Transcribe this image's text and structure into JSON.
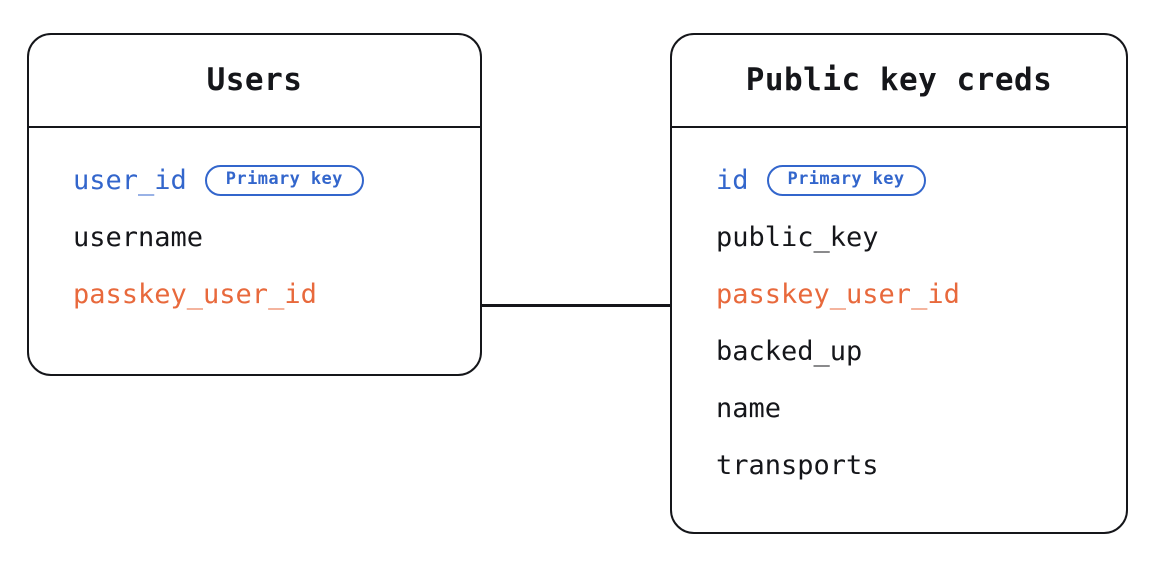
{
  "diagram": {
    "type": "entity-relationship-diagram",
    "background_color": "#ffffff",
    "colors": {
      "outline": "#15161a",
      "text": "#15161a",
      "primary_key": "#3366cc",
      "foreign_key": "#e8693c"
    },
    "entities": [
      {
        "id": "users",
        "title": "Users",
        "fields": [
          {
            "name": "user_id",
            "color": "blue",
            "badge": "Primary key"
          },
          {
            "name": "username",
            "color": "black",
            "badge": null
          },
          {
            "name": "passkey_user_id",
            "color": "orange",
            "badge": null
          }
        ]
      },
      {
        "id": "public-key-creds",
        "title": "Public key creds",
        "fields": [
          {
            "name": "id",
            "color": "blue",
            "badge": "Primary key"
          },
          {
            "name": "public_key",
            "color": "black",
            "badge": null
          },
          {
            "name": "passkey_user_id",
            "color": "orange",
            "badge": null
          },
          {
            "name": "backed_up",
            "color": "black",
            "badge": null
          },
          {
            "name": "name",
            "color": "black",
            "badge": null
          },
          {
            "name": "transports",
            "color": "black",
            "badge": null
          }
        ]
      }
    ],
    "relationships": [
      {
        "id": "users-creds",
        "from_entity": "users",
        "to_entity": "public-key-creds",
        "from_field": "passkey_user_id",
        "to_field": "passkey_user_id",
        "style": "straight-line",
        "label": ""
      }
    ]
  }
}
